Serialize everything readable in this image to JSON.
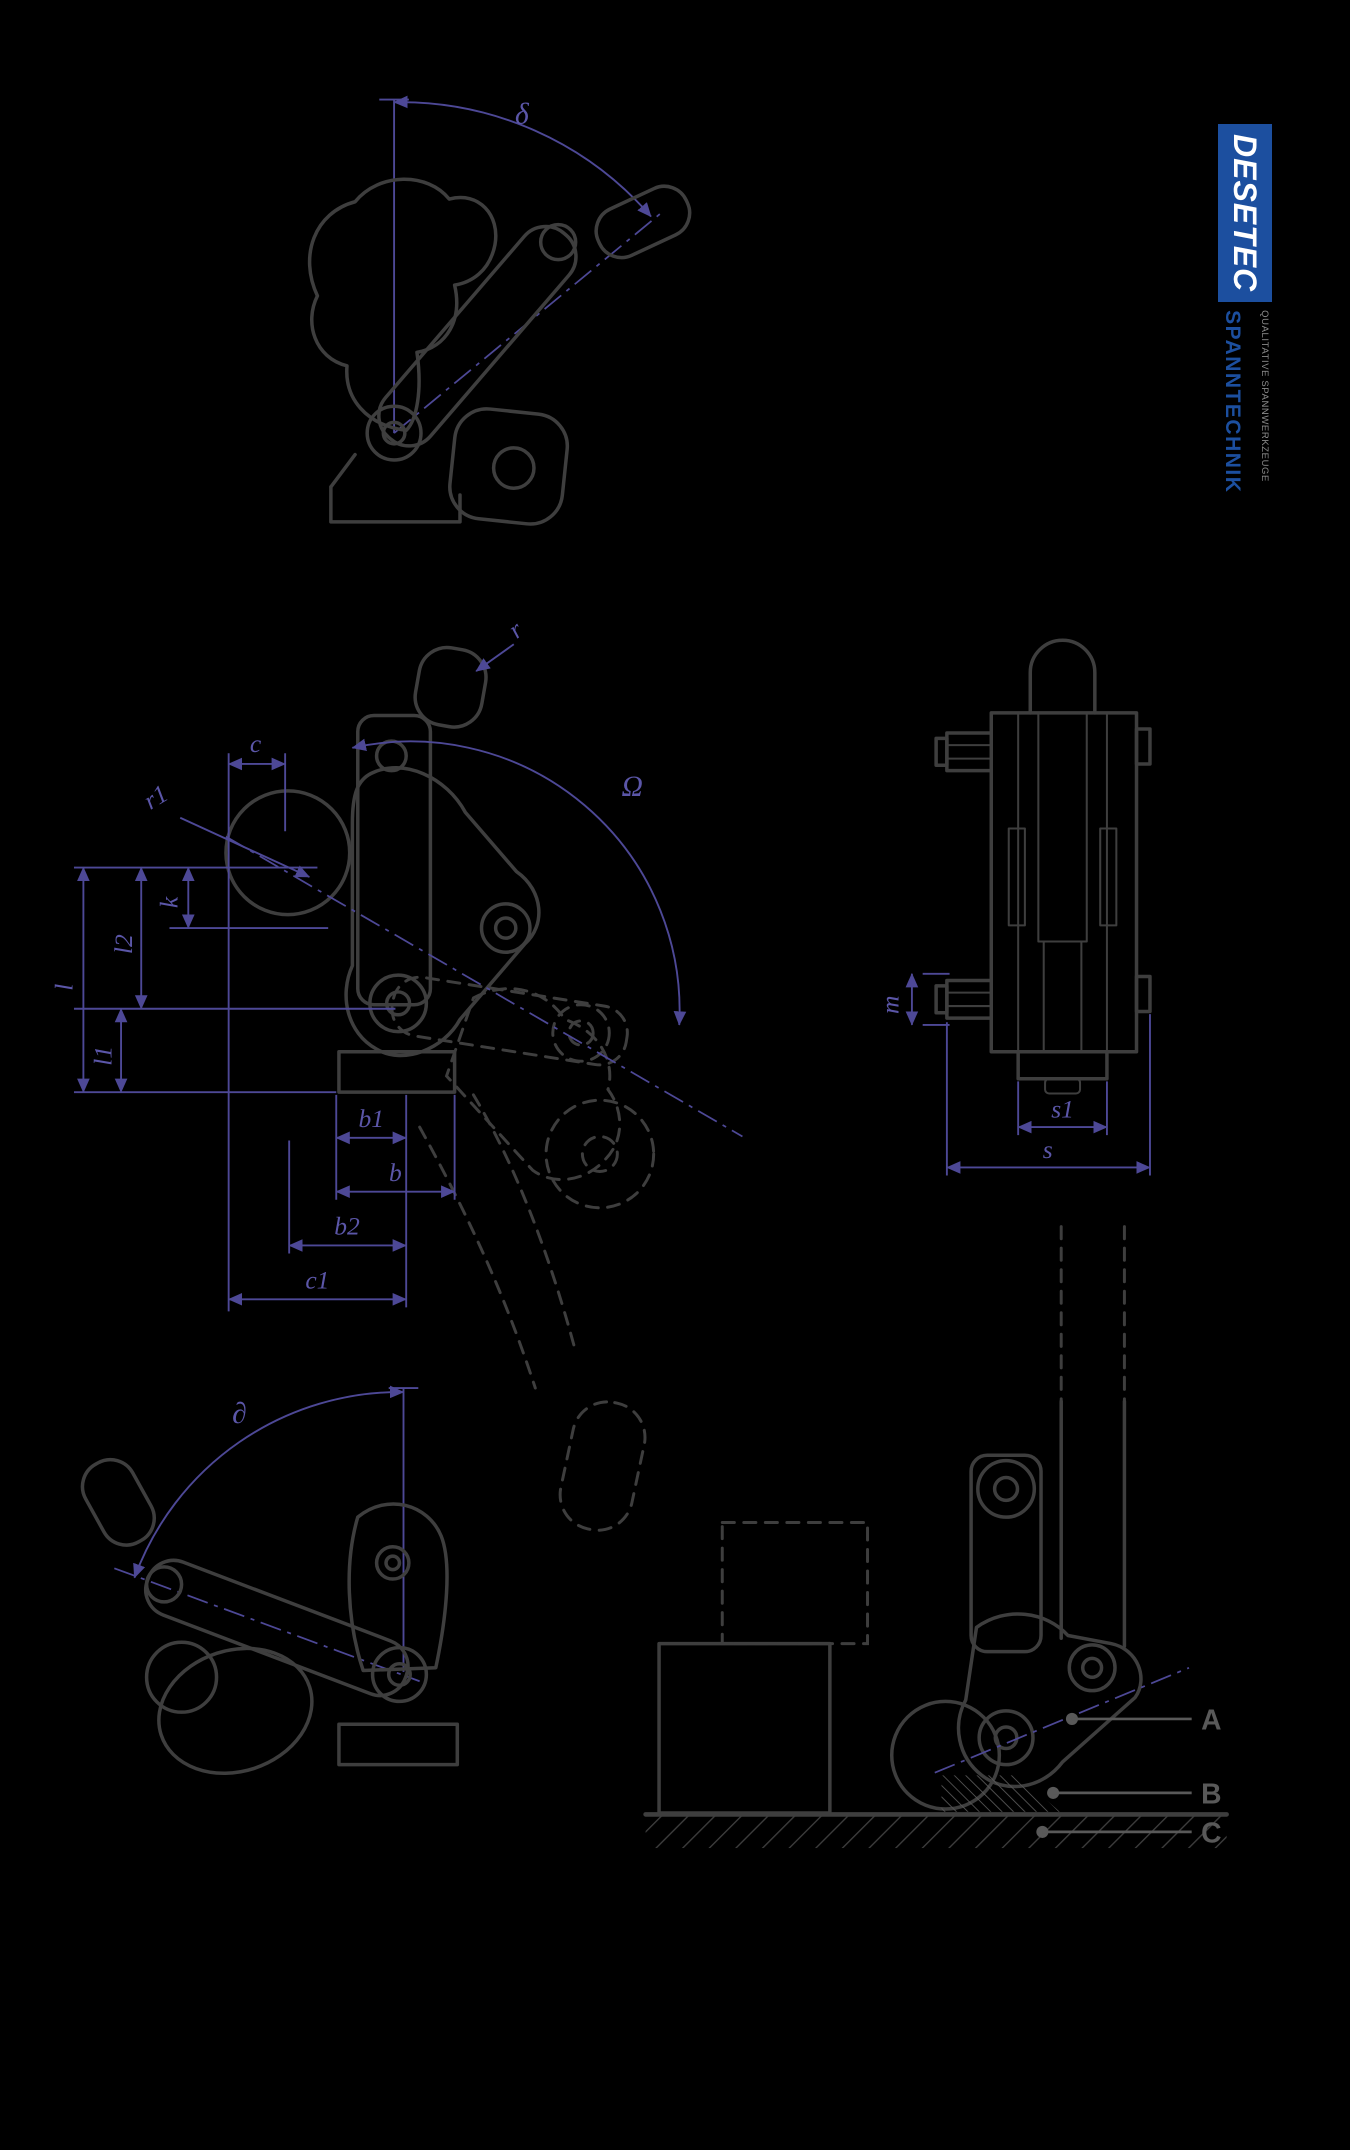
{
  "colors": {
    "background": "#000000",
    "line": "#3e3e3e",
    "dimension": "#4d4896",
    "label": "#5b56a8",
    "callout": "#595959",
    "logo_blue": "#1c4f9f",
    "logo_text": "#ffffff",
    "logo_tagline": "#8a8a8a"
  },
  "logo": {
    "brand": "DESETEC",
    "name": "SPANNTECHNIK",
    "tagline": "QUALITATIVE SPANNWERKZEUGE"
  },
  "views": {
    "top_open": {
      "labels": {
        "angle": "δ"
      }
    },
    "side_main": {
      "labels": {
        "r": "r",
        "c": "c",
        "omega": "Ω",
        "r1": "r1",
        "k": "k",
        "l2": "l2",
        "l": "l",
        "l1": "l1",
        "b1": "b1",
        "b": "b",
        "b2": "b2",
        "c1": "c1"
      }
    },
    "front": {
      "labels": {
        "m": "m",
        "s1": "s1",
        "s": "s"
      }
    },
    "bottom_open": {
      "labels": {
        "angle": "∂"
      }
    },
    "application": {
      "labels": {
        "a": "A",
        "b": "B",
        "c": "C"
      }
    }
  }
}
